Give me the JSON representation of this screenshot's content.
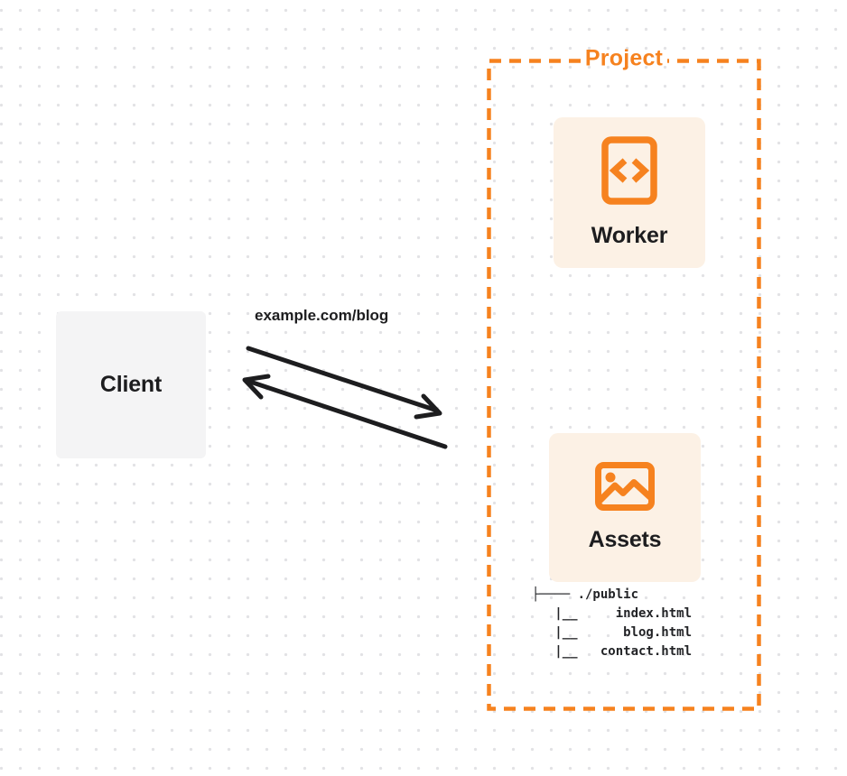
{
  "project": {
    "label": "Project"
  },
  "worker": {
    "label": "Worker"
  },
  "assets": {
    "label": "Assets"
  },
  "client": {
    "label": "Client"
  },
  "request": {
    "url": "example.com/blog"
  },
  "file_tree": {
    "root": "./public",
    "files": [
      "index.html",
      "blog.html",
      "contact.html"
    ],
    "text": "├──── ./public\n   |__     index.html\n   |__      blog.html\n   |__   contact.html"
  },
  "icons": {
    "worker": "code-document-icon",
    "assets": "image-icon"
  },
  "colors": {
    "accent_orange": "#f6821f",
    "card_background": "#fcf1e5",
    "client_background": "#f4f4f5",
    "text_dark": "#1d1d1f",
    "arrow_black": "#1d1d1f",
    "dot_grid": "#e2e2e5",
    "page_background": "#ffffff"
  }
}
